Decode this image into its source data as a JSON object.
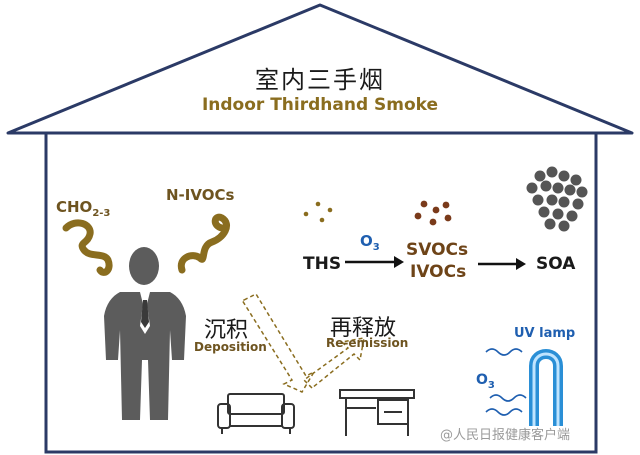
{
  "title": {
    "zh": "室内三手烟",
    "en": "Indoor Thirdhand Smoke"
  },
  "labels": {
    "cho": "CHO",
    "cho_sub": "2-3",
    "nivocs": "N-IVOCs",
    "ths": "THS",
    "ozone_o": "O",
    "ozone_sub": "3",
    "svocs": "SVOCs",
    "ivocs": "IVOCs",
    "soa": "SOA",
    "deposition_zh": "沉积",
    "deposition_en": "Deposition",
    "reemission_zh": "再释放",
    "reemission_en": "Re-emission",
    "uv_lamp": "UV lamp",
    "uv_o": "O",
    "uv_sub": "3"
  },
  "watermark": "@人民日报健康客户端",
  "colors": {
    "outline": "#2b3a66",
    "smoke": "#8a6d1f",
    "person": "#5c5c5c",
    "blue": "#1f5fb0",
    "svoc_dots": "#7a3a1a",
    "soa_cluster": "#555555",
    "uv_lamp": "#2a8fd6"
  },
  "icons": [
    "person-icon",
    "smoke-swirl-icon",
    "sofa-icon",
    "desk-icon",
    "uv-lamp-icon",
    "particle-cluster-icon"
  ]
}
